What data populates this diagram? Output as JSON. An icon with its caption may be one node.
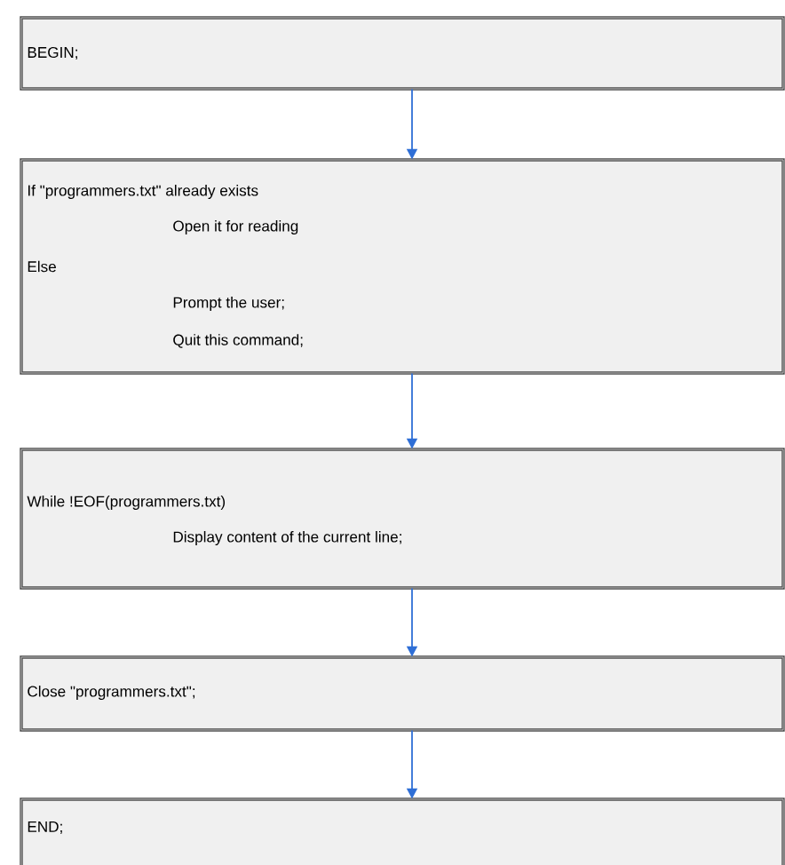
{
  "diagram": {
    "nodes": [
      {
        "text": [
          "BEGIN;"
        ]
      },
      {
        "text": [
          "If \"programmers.txt\" already exists",
          "Open it for reading",
          "Else",
          "Prompt the user;",
          "Quit this command;"
        ]
      },
      {
        "text": [
          "While !EOF(programmers.txt)",
          "Display content of the current line;"
        ]
      },
      {
        "text": [
          "Close \"programmers.txt\";"
        ]
      },
      {
        "text": [
          "END;"
        ]
      }
    ],
    "edges": [
      {
        "from": 0,
        "to": 1,
        "arrow": "to",
        "color": "#2f6fd6"
      },
      {
        "from": 1,
        "to": 2,
        "arrow": "to",
        "color": "#2f6fd6"
      },
      {
        "from": 2,
        "to": 3,
        "arrow": "to",
        "color": "#2f6fd6"
      },
      {
        "from": 3,
        "to": 4,
        "arrow": "to",
        "color": "#2f6fd6"
      }
    ]
  }
}
